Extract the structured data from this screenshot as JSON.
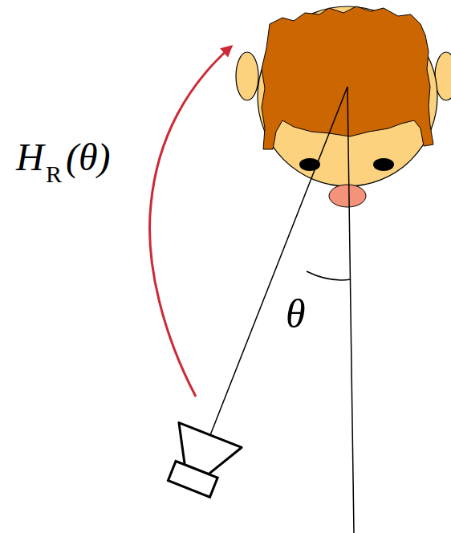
{
  "diagram": {
    "labels": [
      "H",
      "R",
      "(θ)",
      "θ"
    ]
  }
}
